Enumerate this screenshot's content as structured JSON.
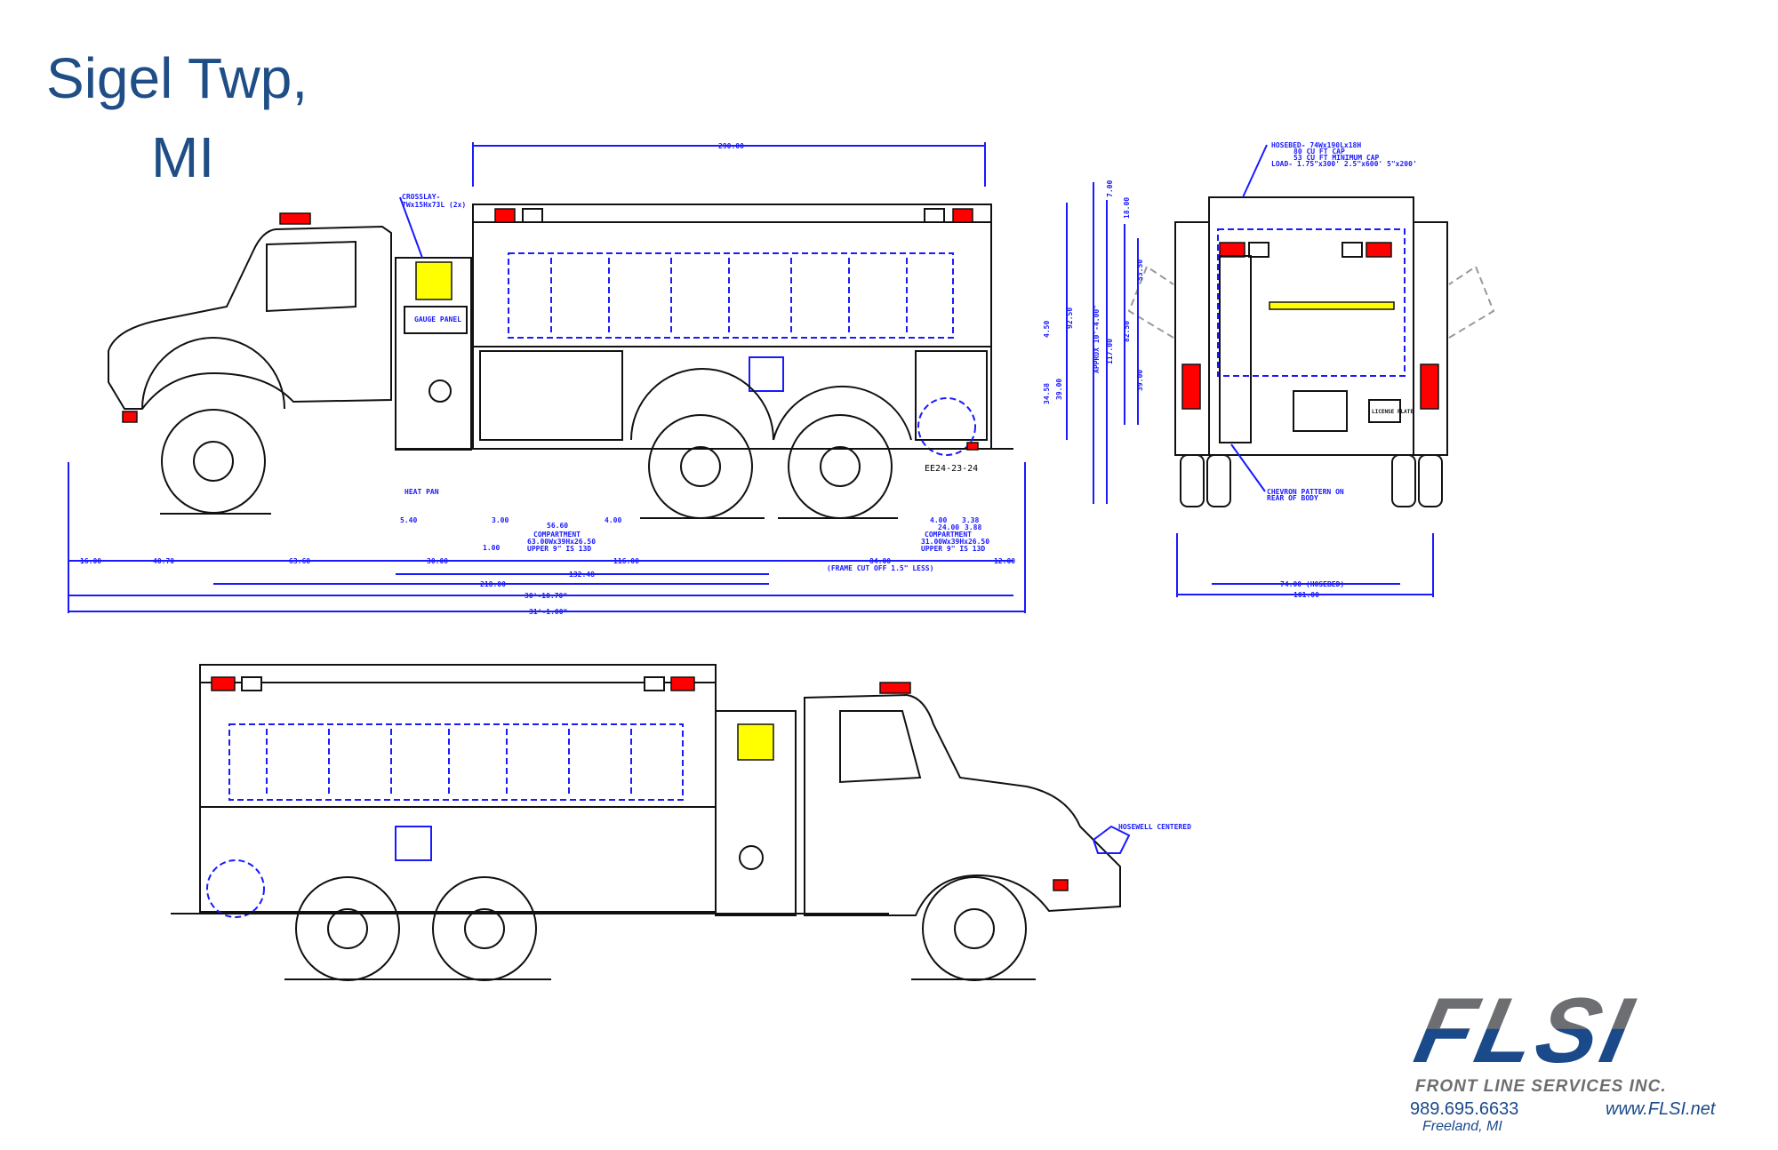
{
  "title": {
    "line1": "Sigel Twp,",
    "line2": "MI"
  },
  "side_view": {
    "labels": {
      "crosslay": "CROSSLAY-",
      "crosslay_size": "7Wx15Hx73L (2x)",
      "gauge_panel": "GAUGE PANEL",
      "heat_pan": "HEAT PAN",
      "part_no": "EE24-23-24",
      "compartment_front": "COMPARTMENT",
      "compartment_front_size": "63.00Wx39Hx26.50",
      "compartment_front_upper": "UPPER 9\" IS 13D",
      "compartment_rear": "COMPARTMENT",
      "compartment_rear_size": "31.00Wx39Hx26.50",
      "compartment_rear_upper": "UPPER 9\" IS 13D",
      "frame_note": "(FRAME CUT OFF 1.5\" LESS)"
    },
    "dims": {
      "body_length": "290.00",
      "d_16": "16.00",
      "d_40_70": "40.70",
      "d_63_60": "63.60",
      "d_30": "30.00",
      "d_116": "116.00",
      "d_84": "84.00",
      "d_12": "12.00",
      "d_132_48": "132.48",
      "d_218": "218.00",
      "overall_1": "30'-10.70\"",
      "overall_2": "31'-1.00\"",
      "d_5_40": "5.40",
      "d_3": "3.00",
      "d_56_60": "56.60",
      "d_4": "4.00",
      "d_1": "1.00",
      "d_4b": "4.00",
      "d_3_38": "3.38",
      "d_24": "24.00",
      "d_3_88": "3.88",
      "h_4_50": "4.50",
      "h_34_58": "34.58",
      "h_39": "39.00",
      "h_92_50": "92.50"
    }
  },
  "rear_view": {
    "labels": {
      "hosebed_1": "HOSEBED- 74Wx190Lx18H",
      "hosebed_2": "80 CU FT CAP",
      "hosebed_3": "53 CU FT MINIMUM CAP",
      "hosebed_4": "LOAD- 1.75\"x300'  2.5\"x600'   5\"x200'",
      "chevron_1": "CHEVRON PATTERN ON",
      "chevron_2": "REAR OF BODY",
      "license": "LICENSE PLATE"
    },
    "dims": {
      "approx_height": "APPROX 10'-4.00\"",
      "h_117": "117.00",
      "h_7": "7.00",
      "h_18": "18.00",
      "h_53_50": "53.50",
      "h_82_50": "82.50",
      "h_39": "39.00",
      "w_hosebed": "74.00 (HOSEBED)",
      "w_101": "101.00"
    }
  },
  "bottom_view": {
    "labels": {
      "hosewell": "HOSEWELL CENTERED"
    }
  },
  "logo": {
    "brand": "FLSI",
    "company": "FRONT LINE SERVICES INC.",
    "phone": "989.695.6633",
    "website": "www.FLSI.net",
    "location": "Freeland, MI",
    "colors": {
      "blue": "#1a4a8a",
      "gray": "#6d6e71"
    }
  }
}
